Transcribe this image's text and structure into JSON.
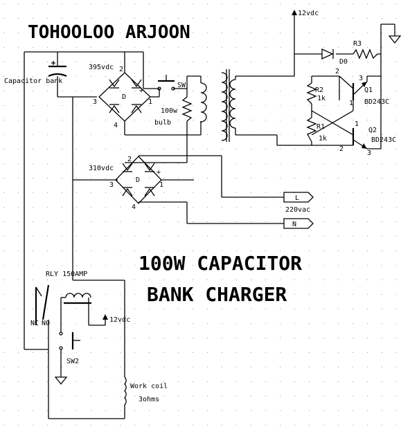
{
  "titles": {
    "author": "TOHOOLOO ARJOON",
    "main_line1": "100W CAPACITOR",
    "main_line2": "BANK CHARGER"
  },
  "labels": {
    "capacitor_bank": "Capacitor bank",
    "v395": "395vdc",
    "v310": "310vdc",
    "sw": "SW",
    "bulb_watt": "100w",
    "bulb": "bulb",
    "v12_top": "12vdc",
    "v12_relay": "12vdc",
    "r3": "R3",
    "d0": "D0",
    "r2": "R2",
    "r2_val": "1k",
    "r1": "R1",
    "r1_val": "1k",
    "q1": "Q1",
    "q1_part": "BD243C",
    "q2": "Q2",
    "q2_part": "BD243C",
    "ac_l": "L",
    "ac_n": "N",
    "v220": "220vac",
    "relay": "RLY 150AMP",
    "nc": "NC",
    "no": "NO",
    "sw2": "SW2",
    "work_coil": "Work coil",
    "coil_ohms": "3ohms",
    "bridge_d": "D",
    "pin2": "2",
    "pin3": "3",
    "pin4": "4",
    "pin1": "1",
    "plus": "+"
  }
}
